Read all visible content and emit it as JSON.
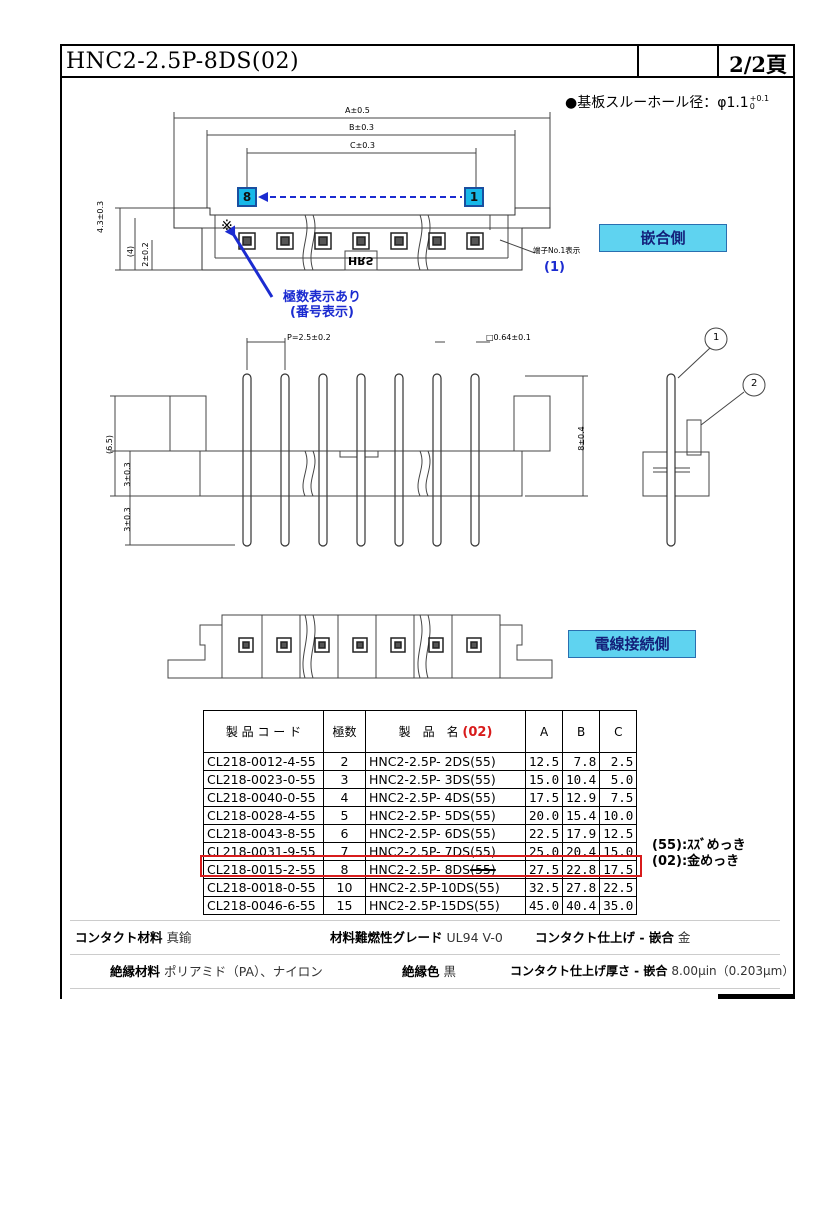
{
  "header": {
    "part_title": "HNC2-2.5P-8DS(02)",
    "page": "2/2頁"
  },
  "note": {
    "text": "●基板スルーホール径：φ1.1",
    "sup": "+0.1",
    "sub": "0"
  },
  "top_view": {
    "dim_a": "A±0.5",
    "dim_b": "B±0.3",
    "dim_c": "C±0.3",
    "dim_h1": "4.3±0.3",
    "dim_h2": "(4)",
    "dim_h3": "2±0.2",
    "badge_left": "8",
    "badge_right": "1",
    "brand": "HRS",
    "pin1_note": "端子No.1表示",
    "pin1_callout": "(1)",
    "multi_callout": "極数表示あり\n(番号表示)",
    "mating_label": "嵌合側"
  },
  "side_view": {
    "pitch": "P=2.5±0.2",
    "pin_sq": "□0.64±0.1",
    "dim_65": "(6.5)",
    "dim_3a": "3±0.3",
    "dim_3b": "3±0.3",
    "dim_8": "8±0.4",
    "circle1": "1",
    "circle2": "2"
  },
  "bottom_view": {
    "wire_label": "電線接続側"
  },
  "table": {
    "headers": {
      "code": "製 品 コ ー ド",
      "poles": "極数",
      "name": "製　品　名",
      "name_suffix": "(02)",
      "a": "A",
      "b": "B",
      "c": "C"
    },
    "rows": [
      {
        "code": "CL218-0012-4-55",
        "poles": "2",
        "name": "HNC2-2.5P- 2DS(55)",
        "a": "12.5",
        "b": "7.8",
        "c": "2.5"
      },
      {
        "code": "CL218-0023-0-55",
        "poles": "3",
        "name": "HNC2-2.5P- 3DS(55)",
        "a": "15.0",
        "b": "10.4",
        "c": "5.0"
      },
      {
        "code": "CL218-0040-0-55",
        "poles": "4",
        "name": "HNC2-2.5P- 4DS(55)",
        "a": "17.5",
        "b": "12.9",
        "c": "7.5"
      },
      {
        "code": "CL218-0028-4-55",
        "poles": "5",
        "name": "HNC2-2.5P- 5DS(55)",
        "a": "20.0",
        "b": "15.4",
        "c": "10.0"
      },
      {
        "code": "CL218-0043-8-55",
        "poles": "6",
        "name": "HNC2-2.5P- 6DS(55)",
        "a": "22.5",
        "b": "17.9",
        "c": "12.5"
      },
      {
        "code": "CL218-0031-9-55",
        "poles": "7",
        "name": "HNC2-2.5P- 7DS(55)",
        "a": "25.0",
        "b": "20.4",
        "c": "15.0"
      },
      {
        "code": "CL218-0015-2-55",
        "poles": "8",
        "name": "HNC2-2.5P- 8DS",
        "name_struck": "(55)",
        "a": "27.5",
        "b": "22.8",
        "c": "17.5"
      },
      {
        "code": "CL218-0018-0-55",
        "poles": "10",
        "name": "HNC2-2.5P-10DS(55)",
        "a": "32.5",
        "b": "27.8",
        "c": "22.5"
      },
      {
        "code": "CL218-0046-6-55",
        "poles": "15",
        "name": "HNC2-2.5P-15DS(55)",
        "a": "45.0",
        "b": "40.4",
        "c": "35.0"
      }
    ]
  },
  "plating": {
    "line1": "(55):ｽｽﾞめっき",
    "line2": "(02):金めっき"
  },
  "properties": {
    "contact_material_label": "コンタクト材料",
    "contact_material": "真鍮",
    "flame_label": "材料難燃性グレード",
    "flame": "UL94 V-0",
    "finish_label": "コンタクト仕上げ - 嵌合",
    "finish": "金",
    "insulation_label": "絶縁材料",
    "insulation": "ポリアミド（PA）、ナイロン",
    "color_label": "絶縁色",
    "color": "黒",
    "thickness_label": "コンタクト仕上げ厚さ - 嵌合",
    "thickness": "8.00µin（0.203µm）"
  },
  "colors": {
    "accent_blue": "#5fd3f0",
    "badge_blue": "#17b8e8",
    "callout_blue": "#1b2bd0",
    "highlight_red": "#d81b1b"
  }
}
